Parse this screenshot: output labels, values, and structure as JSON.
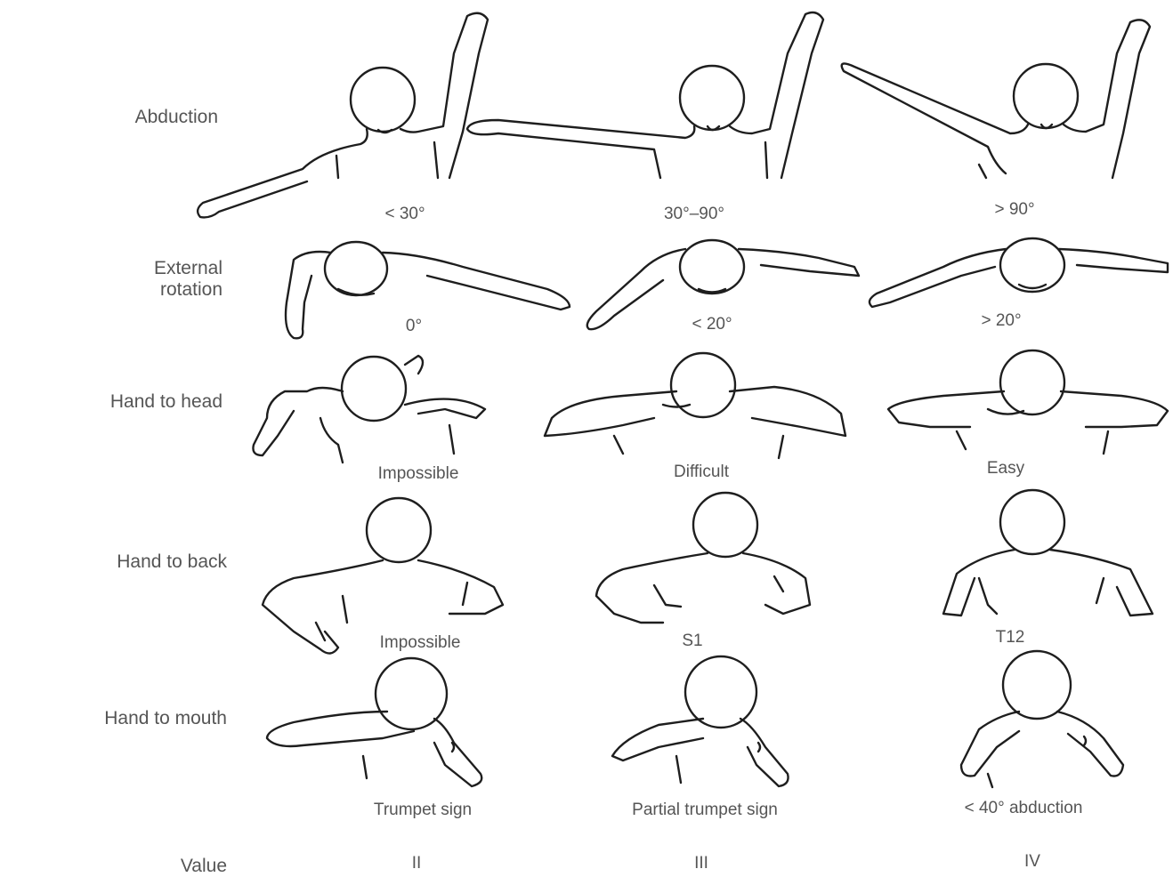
{
  "rows": [
    {
      "label": "Abduction",
      "captions": [
        "< 30°",
        "30°–90°",
        "> 90°"
      ]
    },
    {
      "label": "External\nrotation",
      "captions": [
        "0°",
        "< 20°",
        "> 20°"
      ]
    },
    {
      "label": "Hand to head",
      "captions": [
        "Impossible",
        "Difficult",
        "Easy"
      ]
    },
    {
      "label": "Hand to back",
      "captions": [
        "Impossible",
        "S1",
        "T12"
      ]
    },
    {
      "label": "Hand to mouth",
      "captions": [
        "Trumpet sign",
        "Partial trumpet sign",
        "< 40° abduction"
      ]
    }
  ],
  "value_row": {
    "label": "Value",
    "values": [
      "II",
      "III",
      "IV"
    ]
  }
}
